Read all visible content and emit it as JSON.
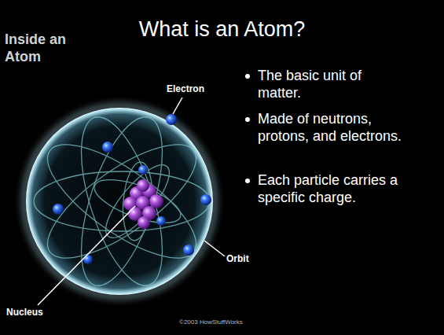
{
  "diagram": {
    "title": "What is an Atom?",
    "labels": [
      "Inside an Atom",
      "Electron",
      "The basic unit of matter.",
      "Made of neutrons, protons, and electrons.",
      "Each particle carries a specific charge.",
      "Orbit",
      "Nucleus",
      "©2003 HowStuffWorks"
    ]
  }
}
